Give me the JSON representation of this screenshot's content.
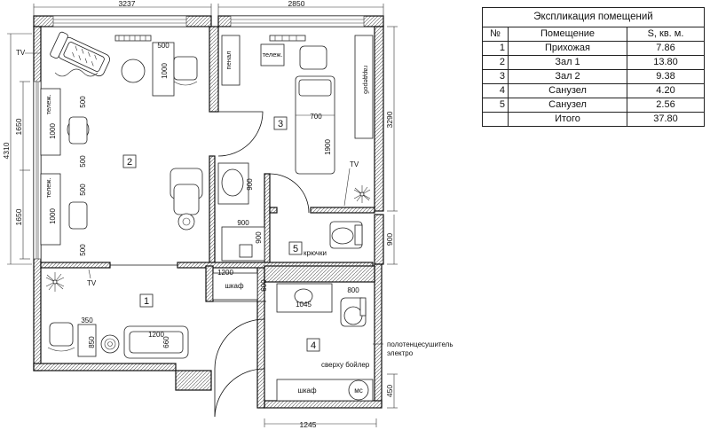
{
  "dimensions": {
    "top_left": "3237",
    "top_right": "2850",
    "left_total": "4310",
    "left_upper": "1650",
    "left_lower": "1650",
    "right_upper": "3290",
    "right_lower": "900",
    "right_bottom": "450",
    "bottom": "1245",
    "desk_w": "500",
    "desk_h": "1000",
    "wall1_a": "500",
    "wall1_b": "1000",
    "wall1_c": "500",
    "wall2_a": "500",
    "wall2_b": "1000",
    "wall2_c": "500",
    "sink_h": "900",
    "shower_w": "900",
    "shower_h": "900",
    "corridor": "1200",
    "closet_h": "600",
    "counter_w": "800",
    "basin_w": "1045",
    "cab_h": "850",
    "cab_w": "350",
    "sofa_w": "1200",
    "sofa_h": "660",
    "couch_w": "700",
    "couch_h": "1900"
  },
  "labels": {
    "tv_1": "TV",
    "tv_2": "TV",
    "tv_3": "TV",
    "penal": "пенал",
    "telezh_1": "тележ.",
    "telezh_2": "тележ.",
    "telezh_3": "тележ.",
    "wardrobe": "гардероб",
    "hooks": "крючки",
    "closet_1": "шкаф",
    "closet_2": "шкаф",
    "washer": "мс",
    "towel_1": "полотенцесушитель",
    "towel_2": "электро",
    "boiler": "сверху бойлер"
  },
  "rooms": [
    "1",
    "2",
    "3",
    "4",
    "5"
  ],
  "table": {
    "title": "Экспликация помещений",
    "headers": [
      "№",
      "Помещение",
      "S, кв. м."
    ],
    "rows": [
      {
        "num": "1",
        "name": "Прихожая",
        "area": "7.86"
      },
      {
        "num": "2",
        "name": "Зал 1",
        "area": "13.80"
      },
      {
        "num": "3",
        "name": "Зал 2",
        "area": "9.38"
      },
      {
        "num": "4",
        "name": "Санузел",
        "area": "4.20"
      },
      {
        "num": "5",
        "name": "Санузел",
        "area": "2.56"
      }
    ],
    "total": {
      "num": "",
      "name": "Итого",
      "area": "37.80"
    }
  }
}
